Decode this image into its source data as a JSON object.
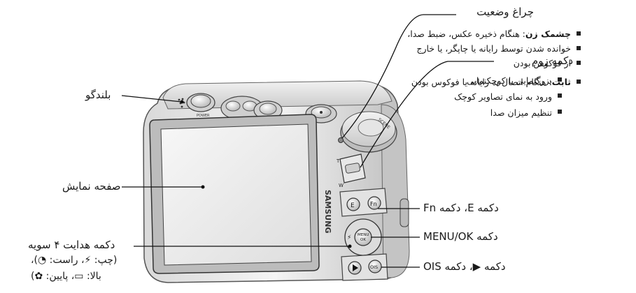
{
  "labels": {
    "status_lamp": {
      "title": "چراغ وضعیت",
      "items": [
        {
          "term": "چشمک زن",
          "text": ": هنگام ذخیره عکس، ضبط صدا، خوانده شدن توسط رایانه یا چاپگر، یا خارج از فوکوس بودن"
        },
        {
          "term": "ثابت",
          "text": ": هنگام اتصال به رایانه یا فوکوس بودن"
        }
      ],
      "item1_lines": [
        "خوانده شدن توسط رایانه یا چاپگر، یا خارج",
        "از فوکوس بودن"
      ],
      "item1_first": ": هنگام ذخیره عکس، ضبط صدا،"
    },
    "zoom_button": {
      "title": "دکمه زوم",
      "items": [
        "بزرگنمایی یا کوچکنمایی",
        "ورود به نمای تصاویر کوچک",
        "تنظیم میزان صدا"
      ]
    },
    "speaker": "بلندگو",
    "display": "صفحه نمایش",
    "nav_button": {
      "title": "دکمه هدایت ۴ سویه",
      "line1": "(چپ: ⚡، راست: ◔)،",
      "line2": "بالا: ▭، پایین: ✿)"
    },
    "e_fn_button": "دکمه E، دکمه Fn",
    "menu_ok_button": "دکمه MENU/OK",
    "play_ois_button": "دکمه ▶، دکمه OIS"
  },
  "camera": {
    "brand": "SAMSUNG",
    "power": "POWER",
    "btn_e": "E",
    "btn_fn": "Fn",
    "btn_menu": "MENU",
    "btn_ok": "OK",
    "btn_ois": "OIS",
    "zoom_t": "T",
    "zoom_w": "W",
    "mode_scene": "SCENE"
  }
}
